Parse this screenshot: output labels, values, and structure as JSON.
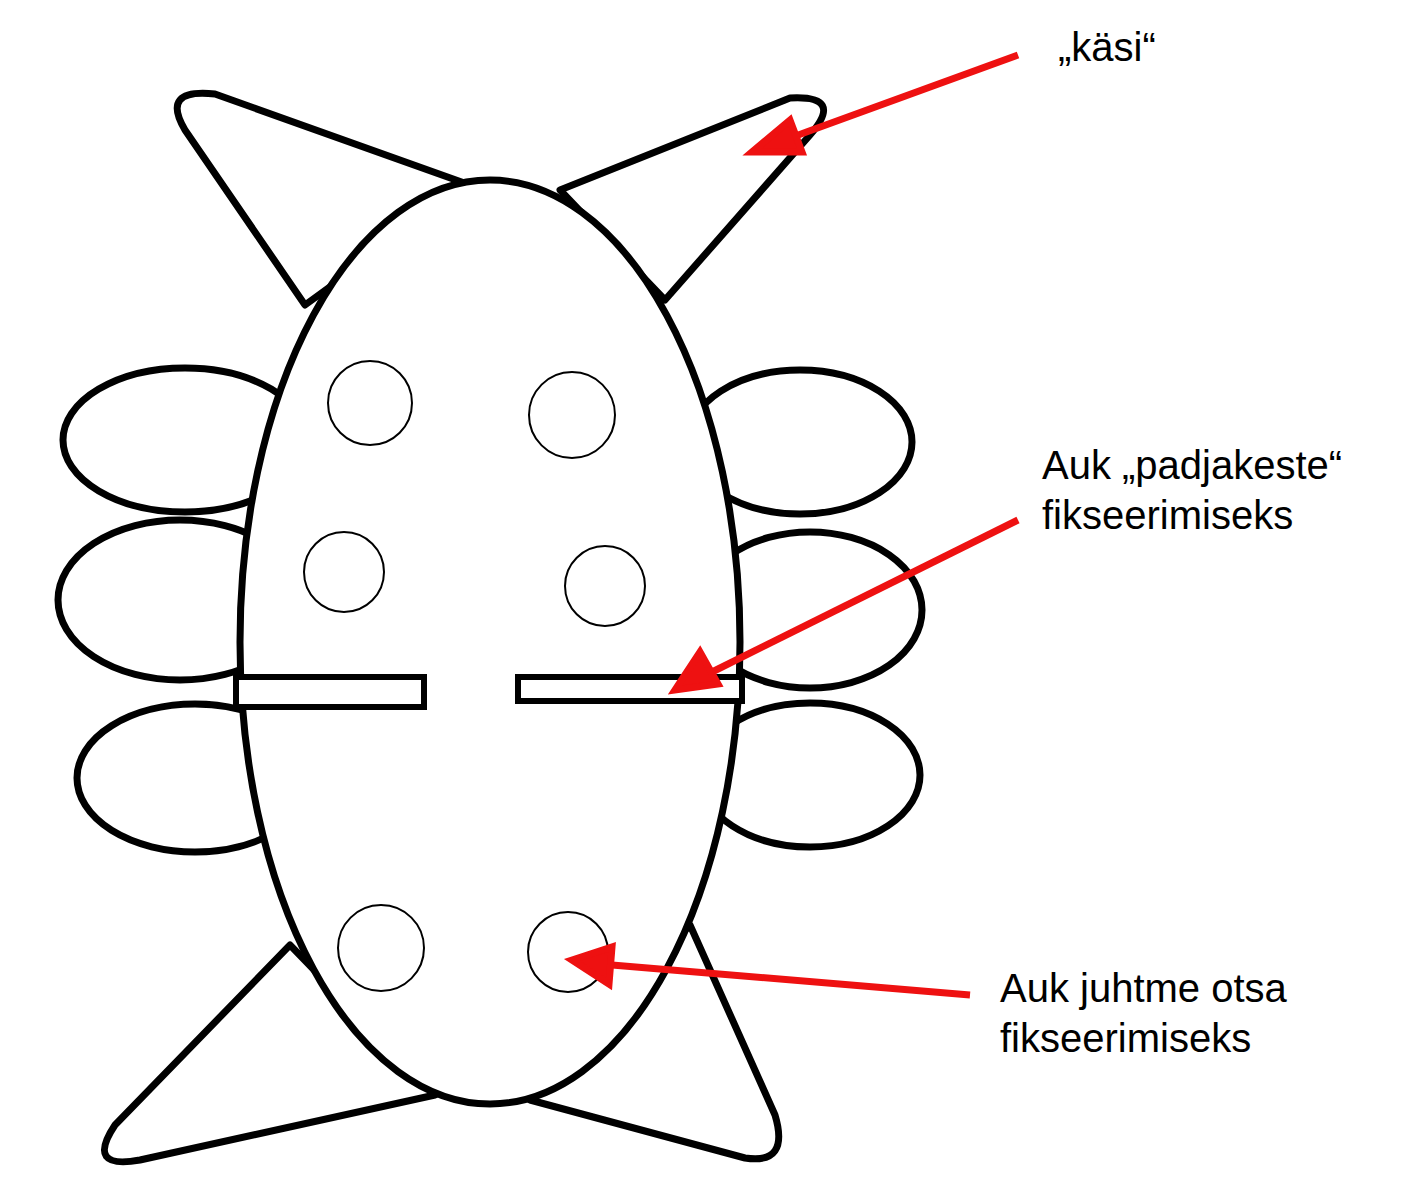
{
  "diagram": {
    "labels": [
      "„käsi“",
      "Auk „padjakeste“ fikseerimiseks",
      "Auk juhtme otsa fikseerimiseks"
    ]
  }
}
